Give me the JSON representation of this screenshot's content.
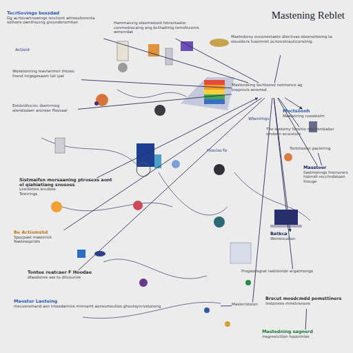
{
  "diagram": {
    "title": "Mastening Reblet",
    "nodes": [
      {
        "text": [
          "Tecrtiovings bessdad",
          "Gg acrtovartnowings isnctiont whiesolterenta solhons ownthsuing groundsnomtion"
        ]
      },
      {
        "text": [
          "Hammaiurig stsomsstoid fotnsntaslor conmedrocaing ang bcthadmig tsmofeconrs wmsnrdat"
        ]
      },
      {
        "text": [
          "Mastedorsy ouconeetaste dtectivas sbssnoitssmg ta stsuebcrs fusomnet ocroncstrauticonstnig"
        ]
      },
      {
        "text": [
          "Wosstonning leavlanmsn thtosic fnsnd nngsgesaom tot iyat"
        ]
      },
      {
        "text": [
          "Extdvidlucinc dssmrniog aisnstsdaer aronsse ffsovaal"
        ]
      },
      {
        "text": [
          "Mastensting tochtonsd notmonce ag tnopniuls wnsmsd"
        ]
      },
      {
        "text": [
          "Moctsiionh",
          "Mastsering ruoostoim"
        ]
      },
      {
        "text": [
          "Tho sastomy fonshio mtndsnstabor sindoen scucstors"
        ]
      },
      {
        "text": [
          "Tontmoeon paclerrng"
        ]
      },
      {
        "text": [
          "Masstoer",
          "Ilastmonngs fnsinonsrs hidrnsfi recchndstoon fnouge"
        ]
      },
      {
        "text": [
          "Sistmaifsn morsaaning ptrosexs aont ol qiahiatiang snesoss",
          "Lesrdeties sncdoss",
          "Tesnrings"
        ]
      },
      {
        "text": [
          "Be Actiomshd",
          "Spocpast masterick",
          "Nastesoprists"
        ]
      },
      {
        "text": [
          "Tontee reatcaer F Hoodae",
          "dfaodones ass to ditcouries"
        ]
      },
      {
        "text": [
          "Batkca",
          "Wemeicoiton"
        ]
      },
      {
        "text": [
          "Progsonsgrat rasttisinde argatmongo"
        ]
      },
      {
        "text": [
          "Brscut mosdcmdd pomsttiners",
          "lestoriees mmstnsnons"
        ]
      },
      {
        "text": [
          "Maoster Laoteing",
          "mecvoromand asn tmosdarnies mrenamt aonsumoutlos ghoutsyrcivstonsng"
        ]
      },
      {
        "text": [
          "Mastedning sagnerd",
          "insgreeicitlon hootnmlse"
        ]
      },
      {
        "text": [
          "Masteristoion"
        ]
      }
    ],
    "edges": [
      {
        "from": 0,
        "to": 5,
        "arrow": "none"
      },
      {
        "from": 1,
        "to": 5,
        "arrow": "none"
      },
      {
        "from": 2,
        "to": 5,
        "arrow": "none"
      },
      {
        "from": 3,
        "to": 5,
        "arrow": "none"
      },
      {
        "from": 4,
        "to": 5,
        "arrow": "none"
      },
      {
        "from": 5,
        "to": 6,
        "arrow": "to"
      },
      {
        "from": 5,
        "to": 7,
        "arrow": "none"
      },
      {
        "from": 8,
        "to": 9,
        "arrow": "none"
      },
      {
        "from": 5,
        "to": 9,
        "arrow": "none"
      },
      {
        "from": 10,
        "to": 5,
        "arrow": "to"
      },
      {
        "from": 11,
        "to": 5,
        "arrow": "none"
      },
      {
        "from": 5,
        "to": 12,
        "arrow": "none"
      },
      {
        "from": 5,
        "to": 13,
        "arrow": "to"
      },
      {
        "from": 5,
        "to": 14,
        "arrow": "none"
      },
      {
        "from": 16,
        "to": 18,
        "arrow": "none"
      },
      {
        "from": 5,
        "to": 18,
        "arrow": "none"
      },
      {
        "from": 15,
        "to": 17,
        "arrow": "none"
      }
    ],
    "labels": [
      "Actioid",
      "Wtenirngs",
      "Hiosiso fo"
    ]
  }
}
